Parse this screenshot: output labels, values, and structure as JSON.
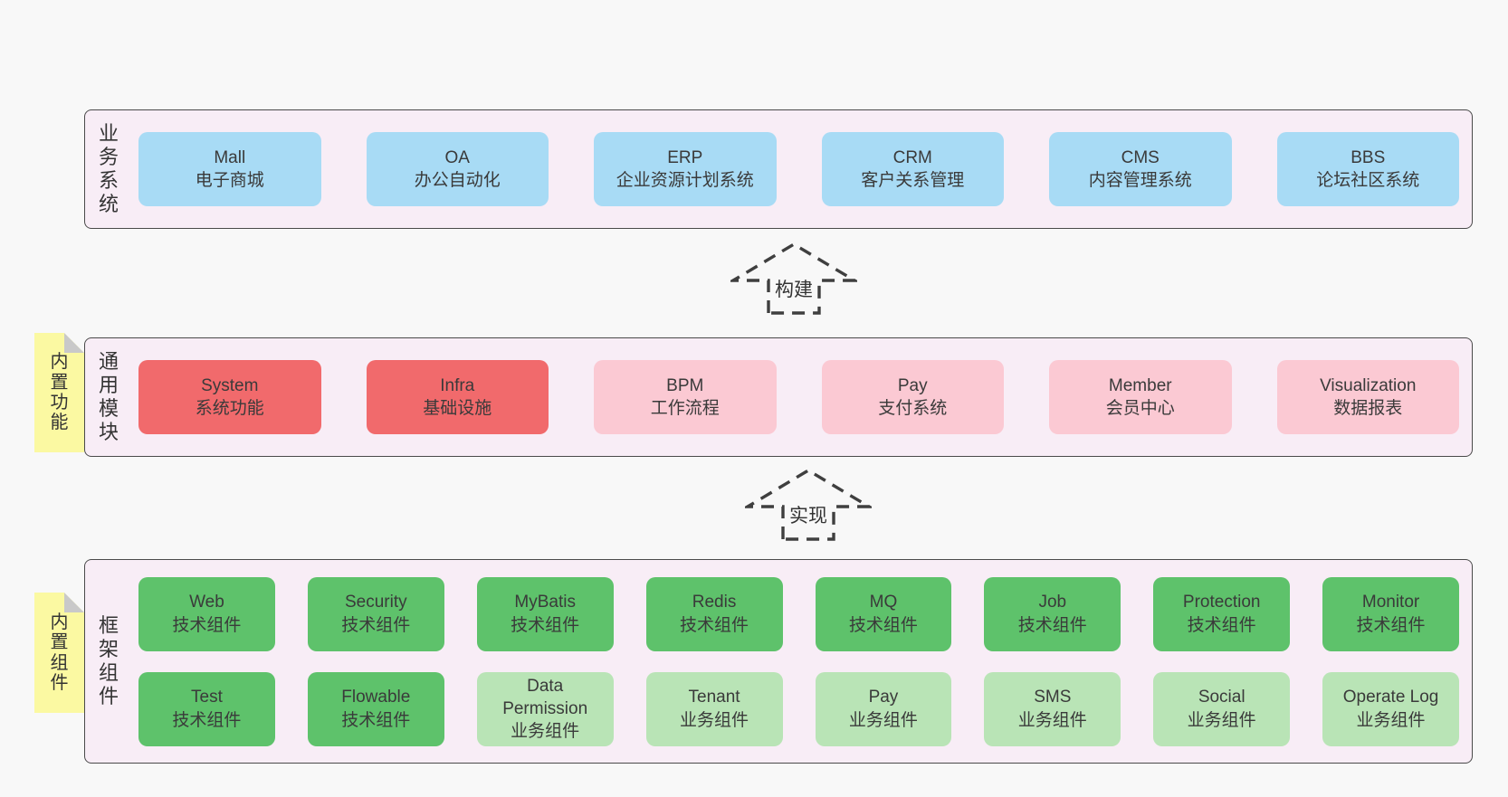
{
  "page": {
    "background": "#f8f8f8"
  },
  "colors": {
    "band_fill": "#f8edf6",
    "band_border": "#4a4a4a",
    "blue_box": "#a8dbf5",
    "red_box": "#f16a6c",
    "pink_box": "#fbc9d3",
    "green_box": "#5ec26b",
    "light_green_box": "#b9e4b6",
    "sticky_note": "#fbf9a2",
    "sticky_fold": "#c9c9c9",
    "text": "#3a3a3a"
  },
  "arrows": [
    {
      "label": "构建"
    },
    {
      "label": "实现"
    }
  ],
  "bands": [
    {
      "label": "业务系统",
      "sticky": null,
      "rows": [
        [
          {
            "title": "Mall",
            "subtitle": "电子商城",
            "variant": "blue"
          },
          {
            "title": "OA",
            "subtitle": "办公自动化",
            "variant": "blue"
          },
          {
            "title": "ERP",
            "subtitle": "企业资源计划系统",
            "variant": "blue"
          },
          {
            "title": "CRM",
            "subtitle": "客户关系管理",
            "variant": "blue"
          },
          {
            "title": "CMS",
            "subtitle": "内容管理系统",
            "variant": "blue"
          },
          {
            "title": "BBS",
            "subtitle": "论坛社区系统",
            "variant": "blue"
          }
        ]
      ]
    },
    {
      "label": "通用模块",
      "sticky": "内置功能",
      "rows": [
        [
          {
            "title": "System",
            "subtitle": "系统功能",
            "variant": "red"
          },
          {
            "title": "Infra",
            "subtitle": "基础设施",
            "variant": "red"
          },
          {
            "title": "BPM",
            "subtitle": "工作流程",
            "variant": "pink"
          },
          {
            "title": "Pay",
            "subtitle": "支付系统",
            "variant": "pink"
          },
          {
            "title": "Member",
            "subtitle": "会员中心",
            "variant": "pink"
          },
          {
            "title": "Visualization",
            "subtitle": "数据报表",
            "variant": "pink"
          }
        ]
      ]
    },
    {
      "label": "框架组件",
      "sticky": "内置组件",
      "rows": [
        [
          {
            "title": "Web",
            "subtitle": "技术组件",
            "variant": "green"
          },
          {
            "title": "Security",
            "subtitle": "技术组件",
            "variant": "green"
          },
          {
            "title": "MyBatis",
            "subtitle": "技术组件",
            "variant": "green"
          },
          {
            "title": "Redis",
            "subtitle": "技术组件",
            "variant": "green"
          },
          {
            "title": "MQ",
            "subtitle": "技术组件",
            "variant": "green"
          },
          {
            "title": "Job",
            "subtitle": "技术组件",
            "variant": "green"
          },
          {
            "title": "Protection",
            "subtitle": "技术组件",
            "variant": "green"
          },
          {
            "title": "Monitor",
            "subtitle": "技术组件",
            "variant": "green"
          }
        ],
        [
          {
            "title": "Test",
            "subtitle": "技术组件",
            "variant": "green"
          },
          {
            "title": "Flowable",
            "subtitle": "技术组件",
            "variant": "green"
          },
          {
            "title": "Data Permission",
            "subtitle": "业务组件",
            "variant": "green-light"
          },
          {
            "title": "Tenant",
            "subtitle": "业务组件",
            "variant": "green-light"
          },
          {
            "title": "Pay",
            "subtitle": "业务组件",
            "variant": "green-light"
          },
          {
            "title": "SMS",
            "subtitle": "业务组件",
            "variant": "green-light"
          },
          {
            "title": "Social",
            "subtitle": "业务组件",
            "variant": "green-light"
          },
          {
            "title": "Operate Log",
            "subtitle": "业务组件",
            "variant": "green-light"
          }
        ]
      ]
    }
  ]
}
